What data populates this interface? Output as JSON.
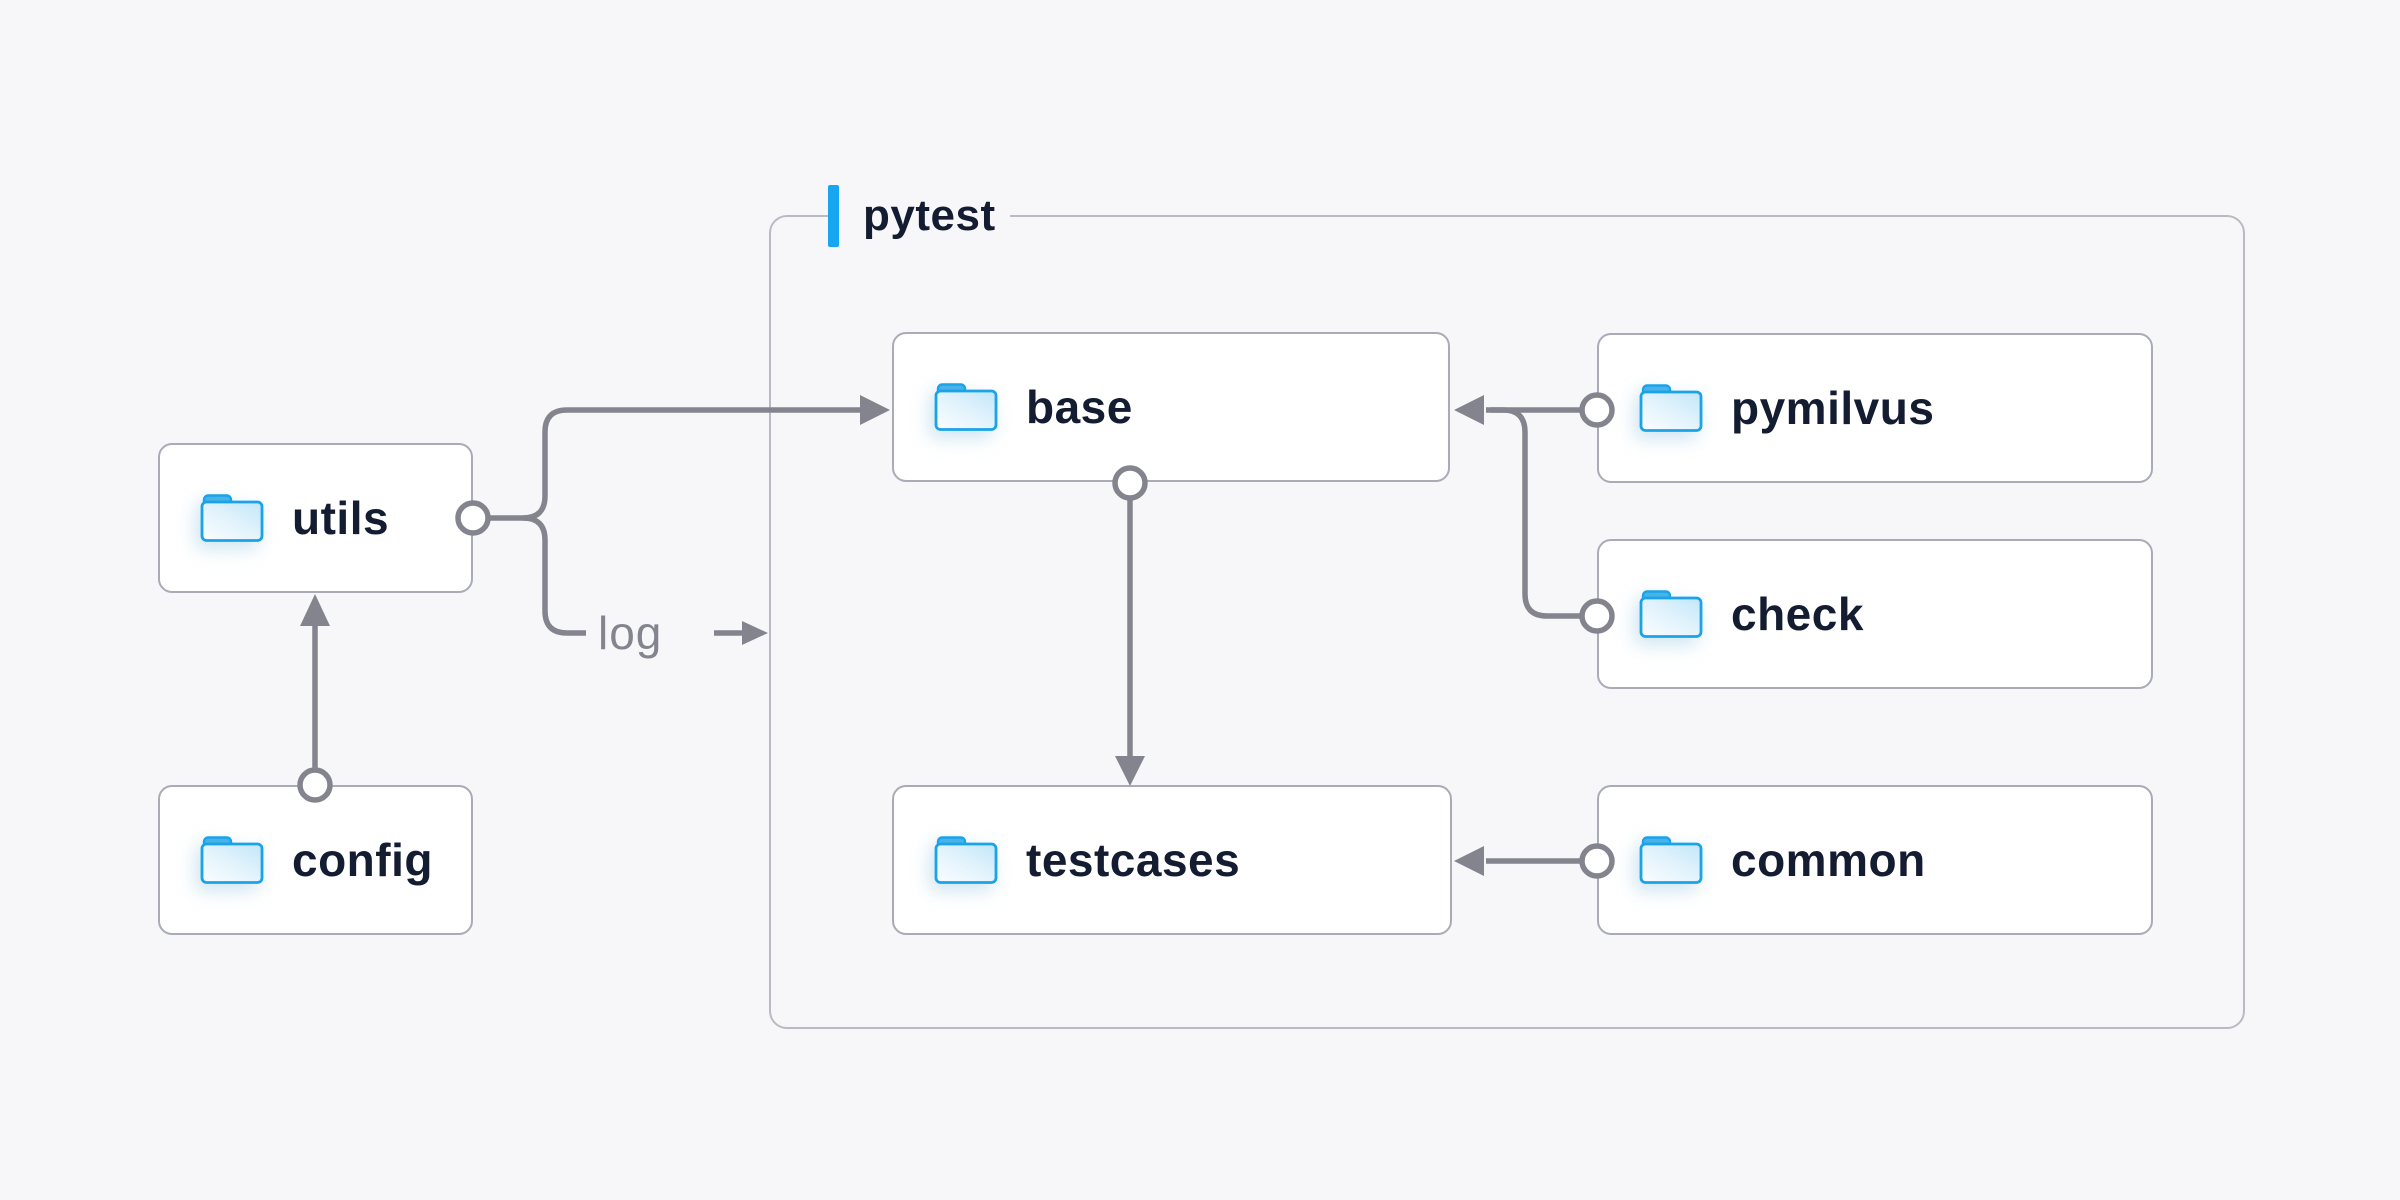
{
  "container": {
    "label": "pytest"
  },
  "nodes": {
    "utils": {
      "label": "utils",
      "icon": "folder-icon"
    },
    "config": {
      "label": "config",
      "icon": "folder-icon"
    },
    "base": {
      "label": "base",
      "icon": "folder-icon"
    },
    "pymilvus": {
      "label": "pymilvus",
      "icon": "folder-icon"
    },
    "check": {
      "label": "check",
      "icon": "folder-icon"
    },
    "testcases": {
      "label": "testcases",
      "icon": "folder-icon"
    },
    "common": {
      "label": "common",
      "icon": "folder-icon"
    }
  },
  "edges": {
    "log_label": "log"
  },
  "colors": {
    "accent_blue": "#18a6f0",
    "folder_blue": "#1aa3e8",
    "line_gray": "#84848e",
    "box_border": "#a9abb6",
    "container_border": "#b9bac4",
    "text_navy": "#131c31",
    "page_bg": "#f7f7f9"
  }
}
